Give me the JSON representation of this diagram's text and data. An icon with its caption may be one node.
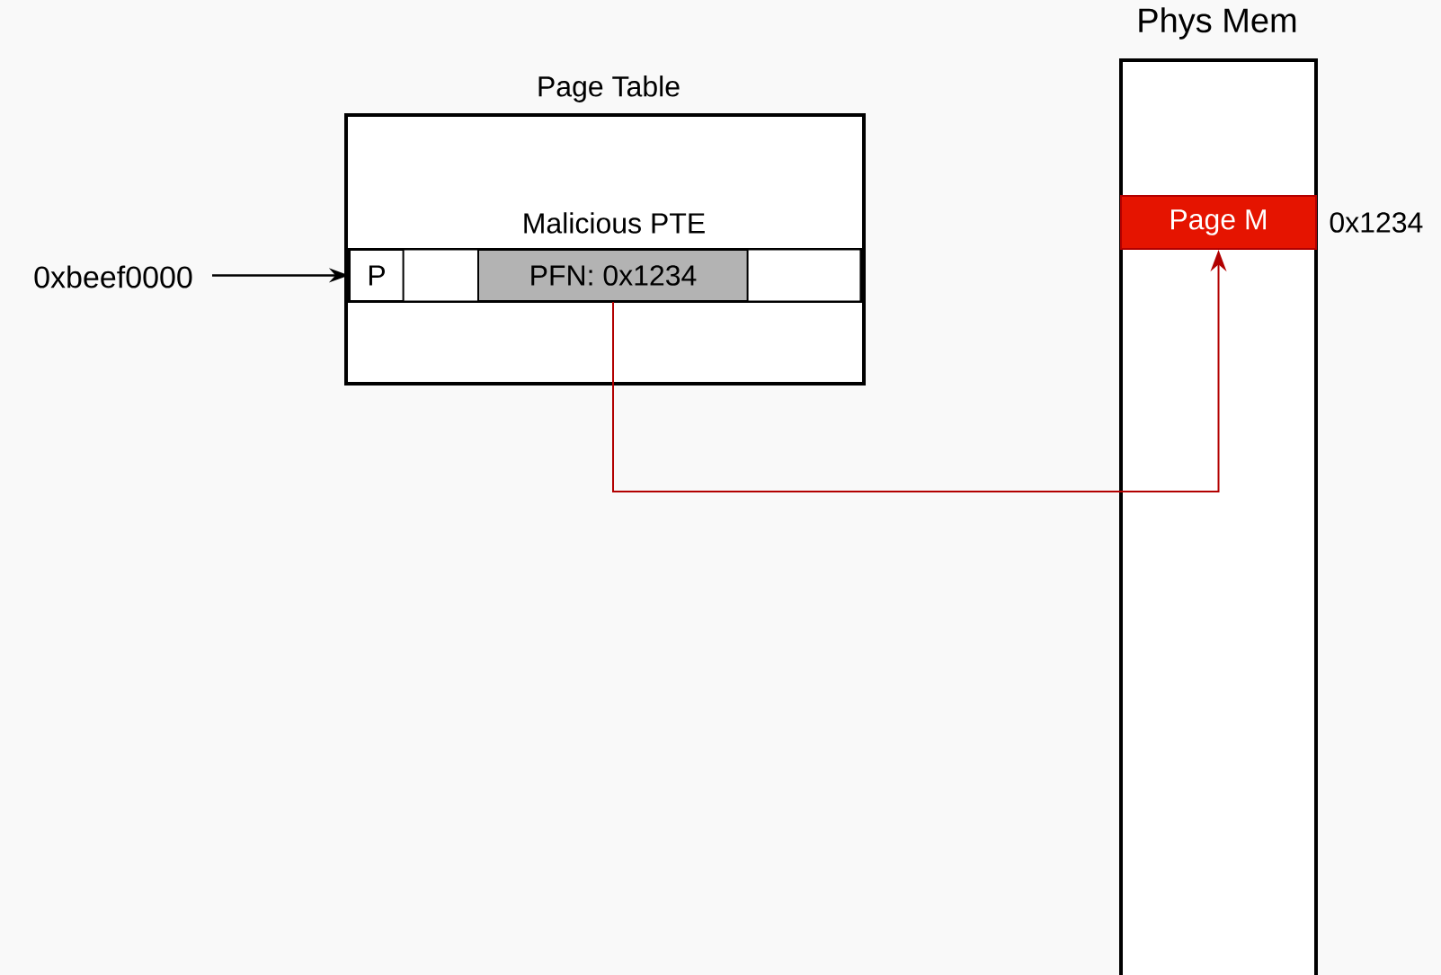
{
  "diagram": {
    "nodes": [
      {
        "text": [
          "Page Table"
        ]
      },
      {
        "text": [
          "Malicious PTE"
        ],
        "in": 0
      },
      {
        "text": [
          "P"
        ],
        "in": 1
      },
      {
        "text": [],
        "shape": "box",
        "in": 1
      },
      {
        "text": [
          "PFN: 0x1234"
        ],
        "in": 1
      },
      {
        "text": [],
        "shape": "box",
        "in": 1
      },
      {
        "text": [
          "0xbeef0000"
        ]
      },
      {
        "text": [
          "Phys Mem"
        ]
      },
      {
        "text": [
          "Page M"
        ],
        "in": 7,
        "beside": [
          "0x1234"
        ]
      }
    ],
    "edges": [
      {
        "from": 6,
        "to": 2,
        "arrow": "to"
      },
      {
        "from": 4,
        "to": 8,
        "arrow": "to",
        "color": "#b20000"
      }
    ]
  }
}
